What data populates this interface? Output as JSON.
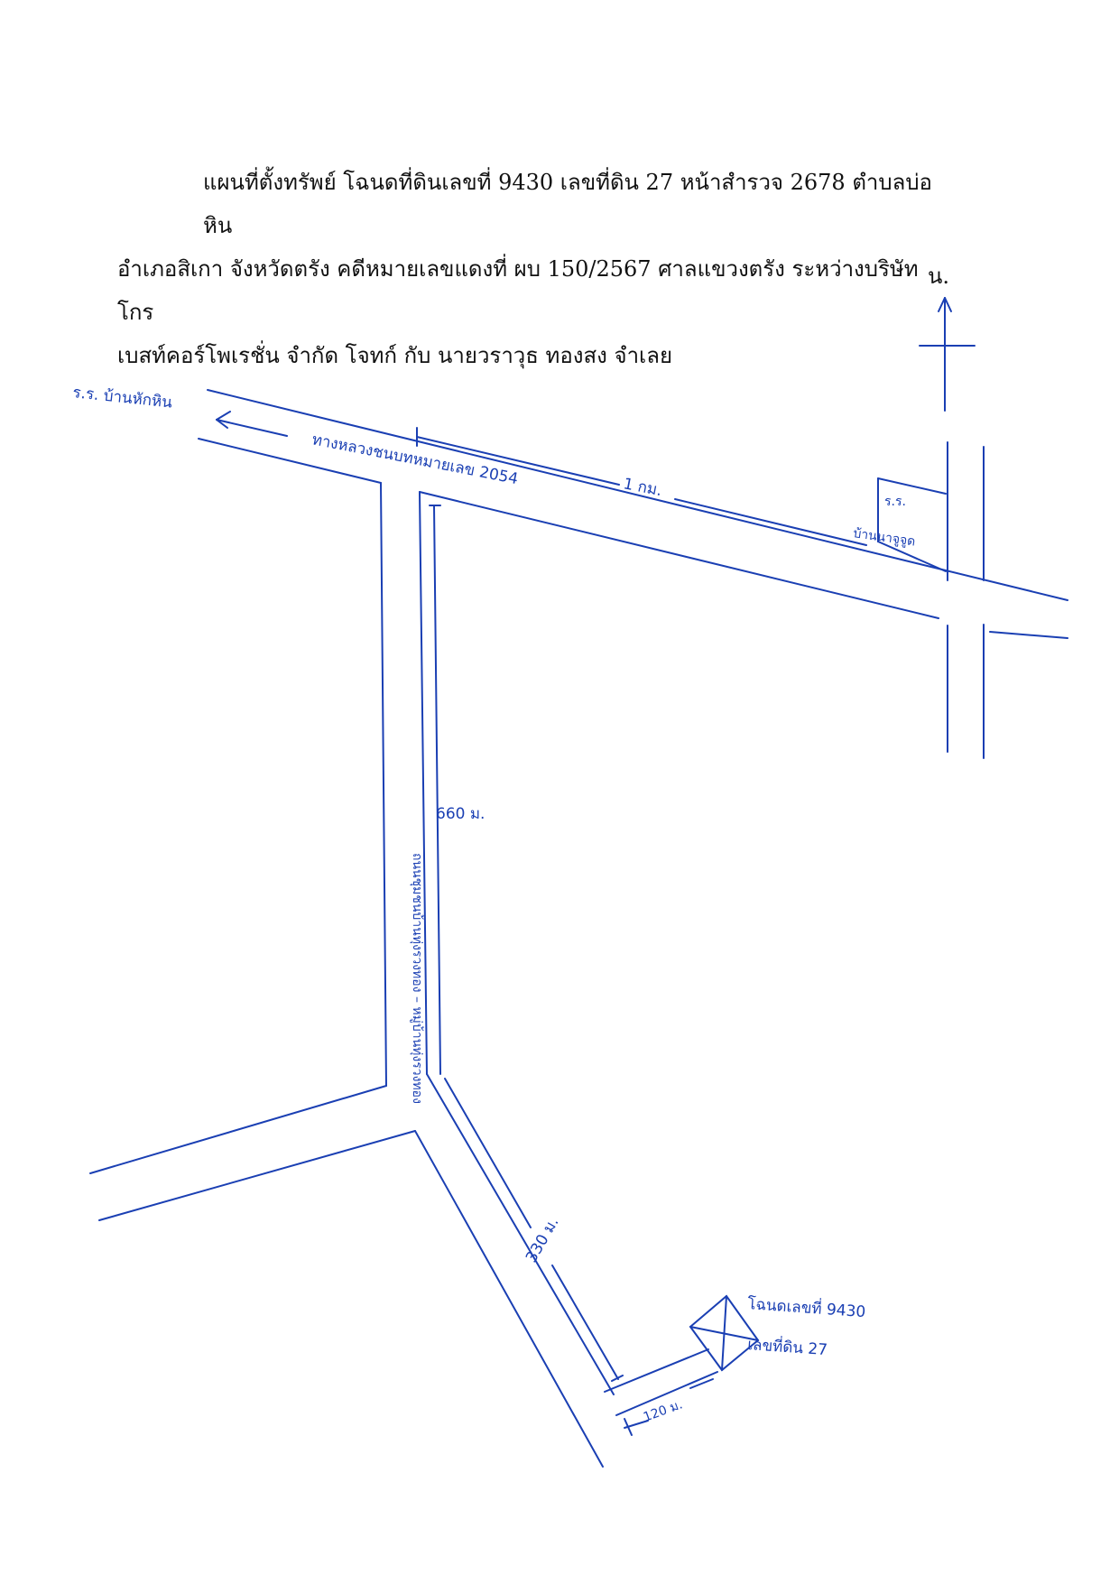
{
  "document": {
    "title_lines": [
      "แผนที่ตั้งทรัพย์ โฉนดที่ดินเลขที่ 9430 เลขที่ดิน 27 หน้าสำรวจ 2678 ตำบลบ่อหิน",
      "อำเภอสิเกา จังหวัดตรัง คดีหมายเลขแดงที่ ผบ 150/2567 ศาลแขวงตรัง ระหว่างบริษัท โกร",
      "เบสท์คอร์โพเรชั่น จำกัด โจทก์ กับ นายวราวุธ ทองสง จำเลย"
    ]
  },
  "map": {
    "north_label": "น.",
    "labels": {
      "school_west": "ร.ร. บ้านหักหิน",
      "highway": "ทางหลวงชนบทหมายเลข 2054",
      "distance_highway": "1 กม.",
      "school_east_1": "ร.ร.",
      "school_east_2": "บ้านนาจูจูด",
      "distance_north_south": "660 ม.",
      "local_road": "ถนนชุมชนบ้านทุ่งรวงทอง – หมู่บ้านทุ่งรวงทอง",
      "distance_diagonal": "330 ม.",
      "distance_spur": "120 ม.",
      "parcel_1": "โฉนดเลขที่ 9430",
      "parcel_2": "เลขที่ดิน 27"
    },
    "colors": {
      "ink": "#1a3fb3",
      "text": "#111111"
    },
    "icons": [
      "north-arrow-icon",
      "left-arrow-icon",
      "parcel-cross-icon"
    ]
  }
}
